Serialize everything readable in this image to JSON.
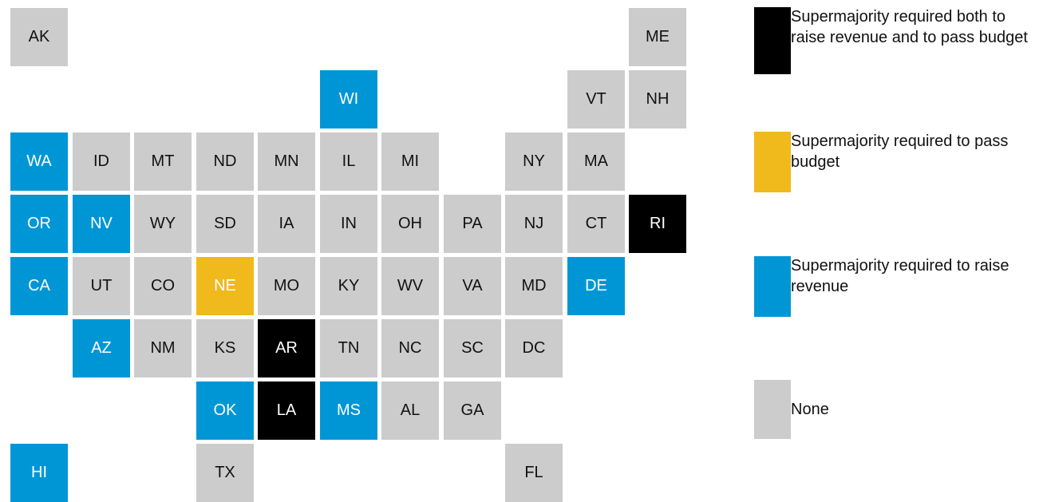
{
  "colors": {
    "both": "#000000",
    "budget": "#f0b91c",
    "revenue": "#0096d6",
    "none": "#cccccc",
    "text_light": "#ffffff",
    "text_dark": "#111111"
  },
  "legend": [
    {
      "key": "both",
      "label": "Supermajority required both to raise revenue and to pass budget"
    },
    {
      "key": "budget",
      "label": "Supermajority required to pass budget"
    },
    {
      "key": "revenue",
      "label": "Supermajority required to raise revenue"
    },
    {
      "key": "none",
      "label": "None"
    }
  ],
  "states": [
    {
      "abbr": "AK",
      "category": "none",
      "row": 0,
      "col": 0
    },
    {
      "abbr": "ME",
      "category": "none",
      "row": 0,
      "col": 10
    },
    {
      "abbr": "WI",
      "category": "revenue",
      "row": 1,
      "col": 5
    },
    {
      "abbr": "VT",
      "category": "none",
      "row": 1,
      "col": 9
    },
    {
      "abbr": "NH",
      "category": "none",
      "row": 1,
      "col": 10
    },
    {
      "abbr": "WA",
      "category": "revenue",
      "row": 2,
      "col": 0
    },
    {
      "abbr": "ID",
      "category": "none",
      "row": 2,
      "col": 1
    },
    {
      "abbr": "MT",
      "category": "none",
      "row": 2,
      "col": 2
    },
    {
      "abbr": "ND",
      "category": "none",
      "row": 2,
      "col": 3
    },
    {
      "abbr": "MN",
      "category": "none",
      "row": 2,
      "col": 4
    },
    {
      "abbr": "IL",
      "category": "none",
      "row": 2,
      "col": 5
    },
    {
      "abbr": "MI",
      "category": "none",
      "row": 2,
      "col": 6
    },
    {
      "abbr": "NY",
      "category": "none",
      "row": 2,
      "col": 8
    },
    {
      "abbr": "MA",
      "category": "none",
      "row": 2,
      "col": 9
    },
    {
      "abbr": "OR",
      "category": "revenue",
      "row": 3,
      "col": 0
    },
    {
      "abbr": "NV",
      "category": "revenue",
      "row": 3,
      "col": 1
    },
    {
      "abbr": "WY",
      "category": "none",
      "row": 3,
      "col": 2
    },
    {
      "abbr": "SD",
      "category": "none",
      "row": 3,
      "col": 3
    },
    {
      "abbr": "IA",
      "category": "none",
      "row": 3,
      "col": 4
    },
    {
      "abbr": "IN",
      "category": "none",
      "row": 3,
      "col": 5
    },
    {
      "abbr": "OH",
      "category": "none",
      "row": 3,
      "col": 6
    },
    {
      "abbr": "PA",
      "category": "none",
      "row": 3,
      "col": 7
    },
    {
      "abbr": "NJ",
      "category": "none",
      "row": 3,
      "col": 8
    },
    {
      "abbr": "CT",
      "category": "none",
      "row": 3,
      "col": 9
    },
    {
      "abbr": "RI",
      "category": "both",
      "row": 3,
      "col": 10
    },
    {
      "abbr": "CA",
      "category": "revenue",
      "row": 4,
      "col": 0
    },
    {
      "abbr": "UT",
      "category": "none",
      "row": 4,
      "col": 1
    },
    {
      "abbr": "CO",
      "category": "none",
      "row": 4,
      "col": 2
    },
    {
      "abbr": "NE",
      "category": "budget",
      "row": 4,
      "col": 3
    },
    {
      "abbr": "MO",
      "category": "none",
      "row": 4,
      "col": 4
    },
    {
      "abbr": "KY",
      "category": "none",
      "row": 4,
      "col": 5
    },
    {
      "abbr": "WV",
      "category": "none",
      "row": 4,
      "col": 6
    },
    {
      "abbr": "VA",
      "category": "none",
      "row": 4,
      "col": 7
    },
    {
      "abbr": "MD",
      "category": "none",
      "row": 4,
      "col": 8
    },
    {
      "abbr": "DE",
      "category": "revenue",
      "row": 4,
      "col": 9
    },
    {
      "abbr": "AZ",
      "category": "revenue",
      "row": 5,
      "col": 1
    },
    {
      "abbr": "NM",
      "category": "none",
      "row": 5,
      "col": 2
    },
    {
      "abbr": "KS",
      "category": "none",
      "row": 5,
      "col": 3
    },
    {
      "abbr": "AR",
      "category": "both",
      "row": 5,
      "col": 4
    },
    {
      "abbr": "TN",
      "category": "none",
      "row": 5,
      "col": 5
    },
    {
      "abbr": "NC",
      "category": "none",
      "row": 5,
      "col": 6
    },
    {
      "abbr": "SC",
      "category": "none",
      "row": 5,
      "col": 7
    },
    {
      "abbr": "DC",
      "category": "none",
      "row": 5,
      "col": 8
    },
    {
      "abbr": "OK",
      "category": "revenue",
      "row": 6,
      "col": 3
    },
    {
      "abbr": "LA",
      "category": "both",
      "row": 6,
      "col": 4
    },
    {
      "abbr": "MS",
      "category": "revenue",
      "row": 6,
      "col": 5
    },
    {
      "abbr": "AL",
      "category": "none",
      "row": 6,
      "col": 6
    },
    {
      "abbr": "GA",
      "category": "none",
      "row": 6,
      "col": 7
    },
    {
      "abbr": "HI",
      "category": "revenue",
      "row": 7,
      "col": 0
    },
    {
      "abbr": "TX",
      "category": "none",
      "row": 7,
      "col": 3
    },
    {
      "abbr": "FL",
      "category": "none",
      "row": 7,
      "col": 8
    }
  ]
}
